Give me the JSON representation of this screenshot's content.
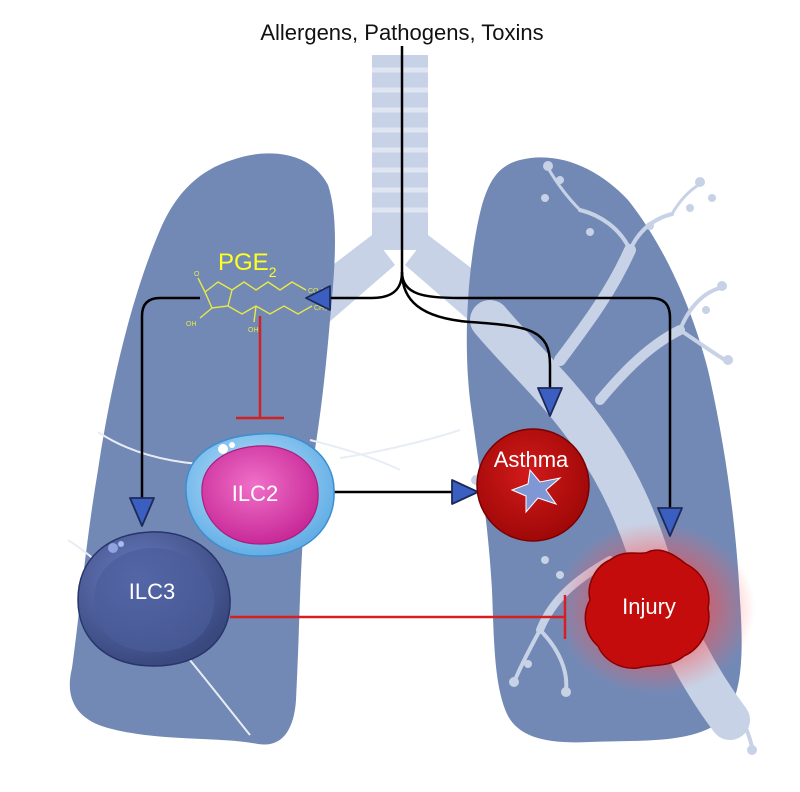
{
  "diagram": {
    "top_label": "Allergens, Pathogens, Toxins",
    "mediator": {
      "name": "PGE",
      "subscript": "2"
    },
    "cells": {
      "ilc2": "ILC2",
      "ilc3": "ILC3"
    },
    "outcomes": {
      "asthma": "Asthma",
      "injury": "Injury"
    },
    "chem_labels": {
      "carboxyl": "CO₂H",
      "hydroxyl": "OH",
      "methyl": "CH₃",
      "ketone": "O"
    }
  },
  "colors": {
    "lung": "#7289b5",
    "lung_lobe_line": "#e8edf5",
    "airway": "#c7d2e6",
    "activation_arrow": "#000000",
    "arrow_head": "#3b5fc0",
    "inhibition": "#d42020",
    "ilc2_body": "#e03fae",
    "ilc2_halo": "#8fcaf0",
    "ilc3_body": "#4a5c9a",
    "asthma": "#c40c0c",
    "injury": "#c40c0c",
    "pge_text": "#ffff22"
  }
}
